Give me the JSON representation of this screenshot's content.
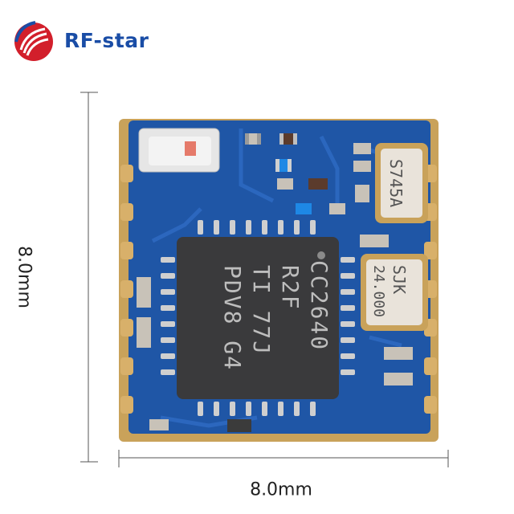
{
  "brand": {
    "name": "RF-star",
    "color_blue": "#1a4da6",
    "color_red": "#d21f2b"
  },
  "dimensions": {
    "height_label": "8.0mm",
    "width_label": "8.0mm"
  },
  "module": {
    "pcb_color": "#1f56a6",
    "pad_color": "#c9a25a",
    "chip": {
      "line1": "CC2640",
      "line2": "R2F",
      "line3": "TI 77J",
      "line4": "PDV8 G4"
    },
    "crystal_small": "S745A",
    "crystal_large_line1": "SJK",
    "crystal_large_line2": "24.000"
  }
}
